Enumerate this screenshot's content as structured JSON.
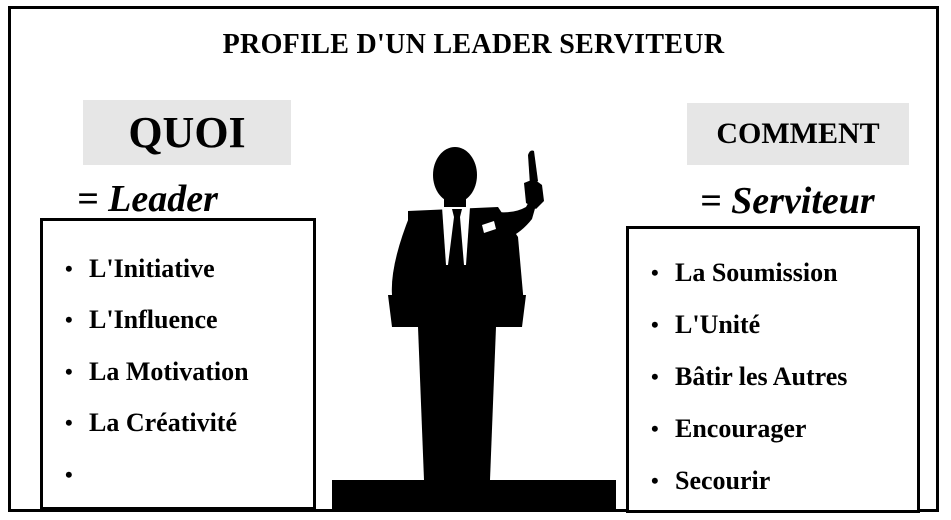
{
  "title": "PROFILE D'UN LEADER SERVITEUR",
  "left": {
    "tag": "QUOI",
    "role": "= Leader",
    "items": [
      "L'Initiative",
      "L'Influence",
      "La Motivation",
      "La Créativité",
      ""
    ]
  },
  "right": {
    "tag": "COMMENT",
    "role": "= Serviteur",
    "items": [
      "La Soumission",
      "L'Unité",
      "Bâtir les Autres",
      "Encourager",
      "Secourir"
    ]
  },
  "bullet": "•",
  "illustration": "speaker-at-podium-silhouette",
  "colors": {
    "tag_background": "#e6e6e6",
    "ink": "#000000"
  }
}
